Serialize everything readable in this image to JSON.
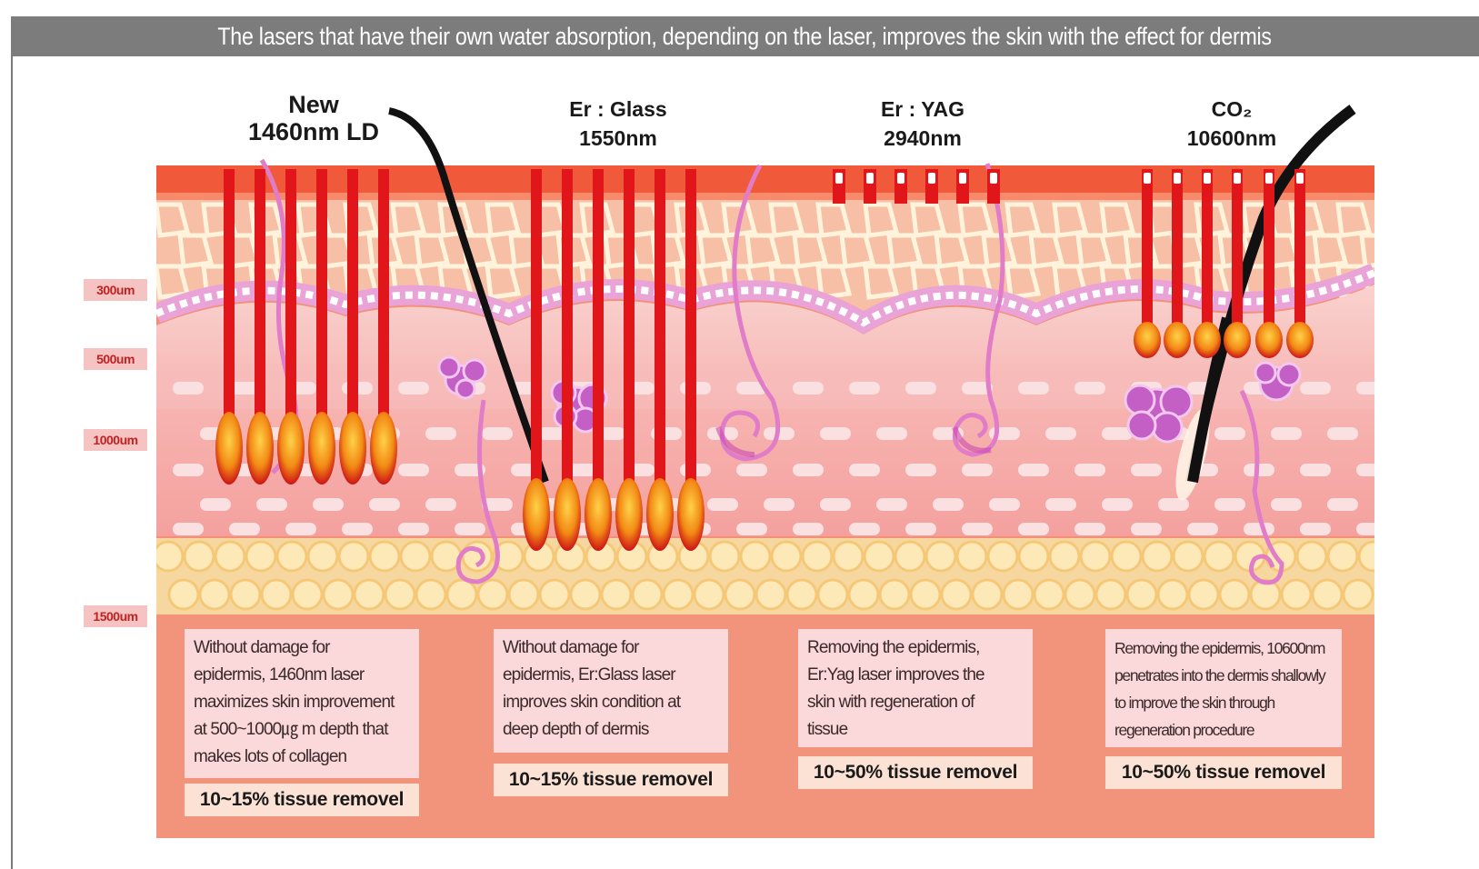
{
  "title": "The lasers that have their own water absorption, depending on the laser, improves the skin with the effect for dermis",
  "depth_labels": [
    "300um",
    "500um",
    "1000um",
    "1500um"
  ],
  "lasers": [
    {
      "name_line1": "New",
      "name_line2": "1460nm LD",
      "description": [
        "Without damage for",
        "epidermis, 1460nm laser",
        "maximizes skin improvement",
        "at 500~1000㎍ m depth that",
        "makes lots of collagen"
      ],
      "removal": "10~15% tissue removel"
    },
    {
      "name_line1": "Er : Glass",
      "name_line2": "1550nm",
      "description": [
        "Without damage for",
        "epidermis, Er:Glass laser",
        "improves skin condition at",
        "deep depth of dermis"
      ],
      "removal": "10~15% tissue removel"
    },
    {
      "name_line1": "Er : YAG",
      "name_line2": "2940nm",
      "description": [
        "Removing the epidermis,",
        "Er:Yag laser improves the",
        "skin with regeneration of",
        "tissue"
      ],
      "removal": "10~50% tissue removel"
    },
    {
      "name_line1": "CO₂",
      "name_line2": "10600nm",
      "description": [
        "Removing the epidermis, 10600nm",
        "penetrates into the dermis shallowly",
        "to improve the skin through",
        "regeneration procedure"
      ],
      "removal": "10~50% tissue removel"
    }
  ],
  "colors": {
    "title_bar": "#7c7c7c",
    "skin_base": "#f2907a",
    "laser_red": "#e0161a",
    "fat_yellow": "#fbe3a8"
  }
}
